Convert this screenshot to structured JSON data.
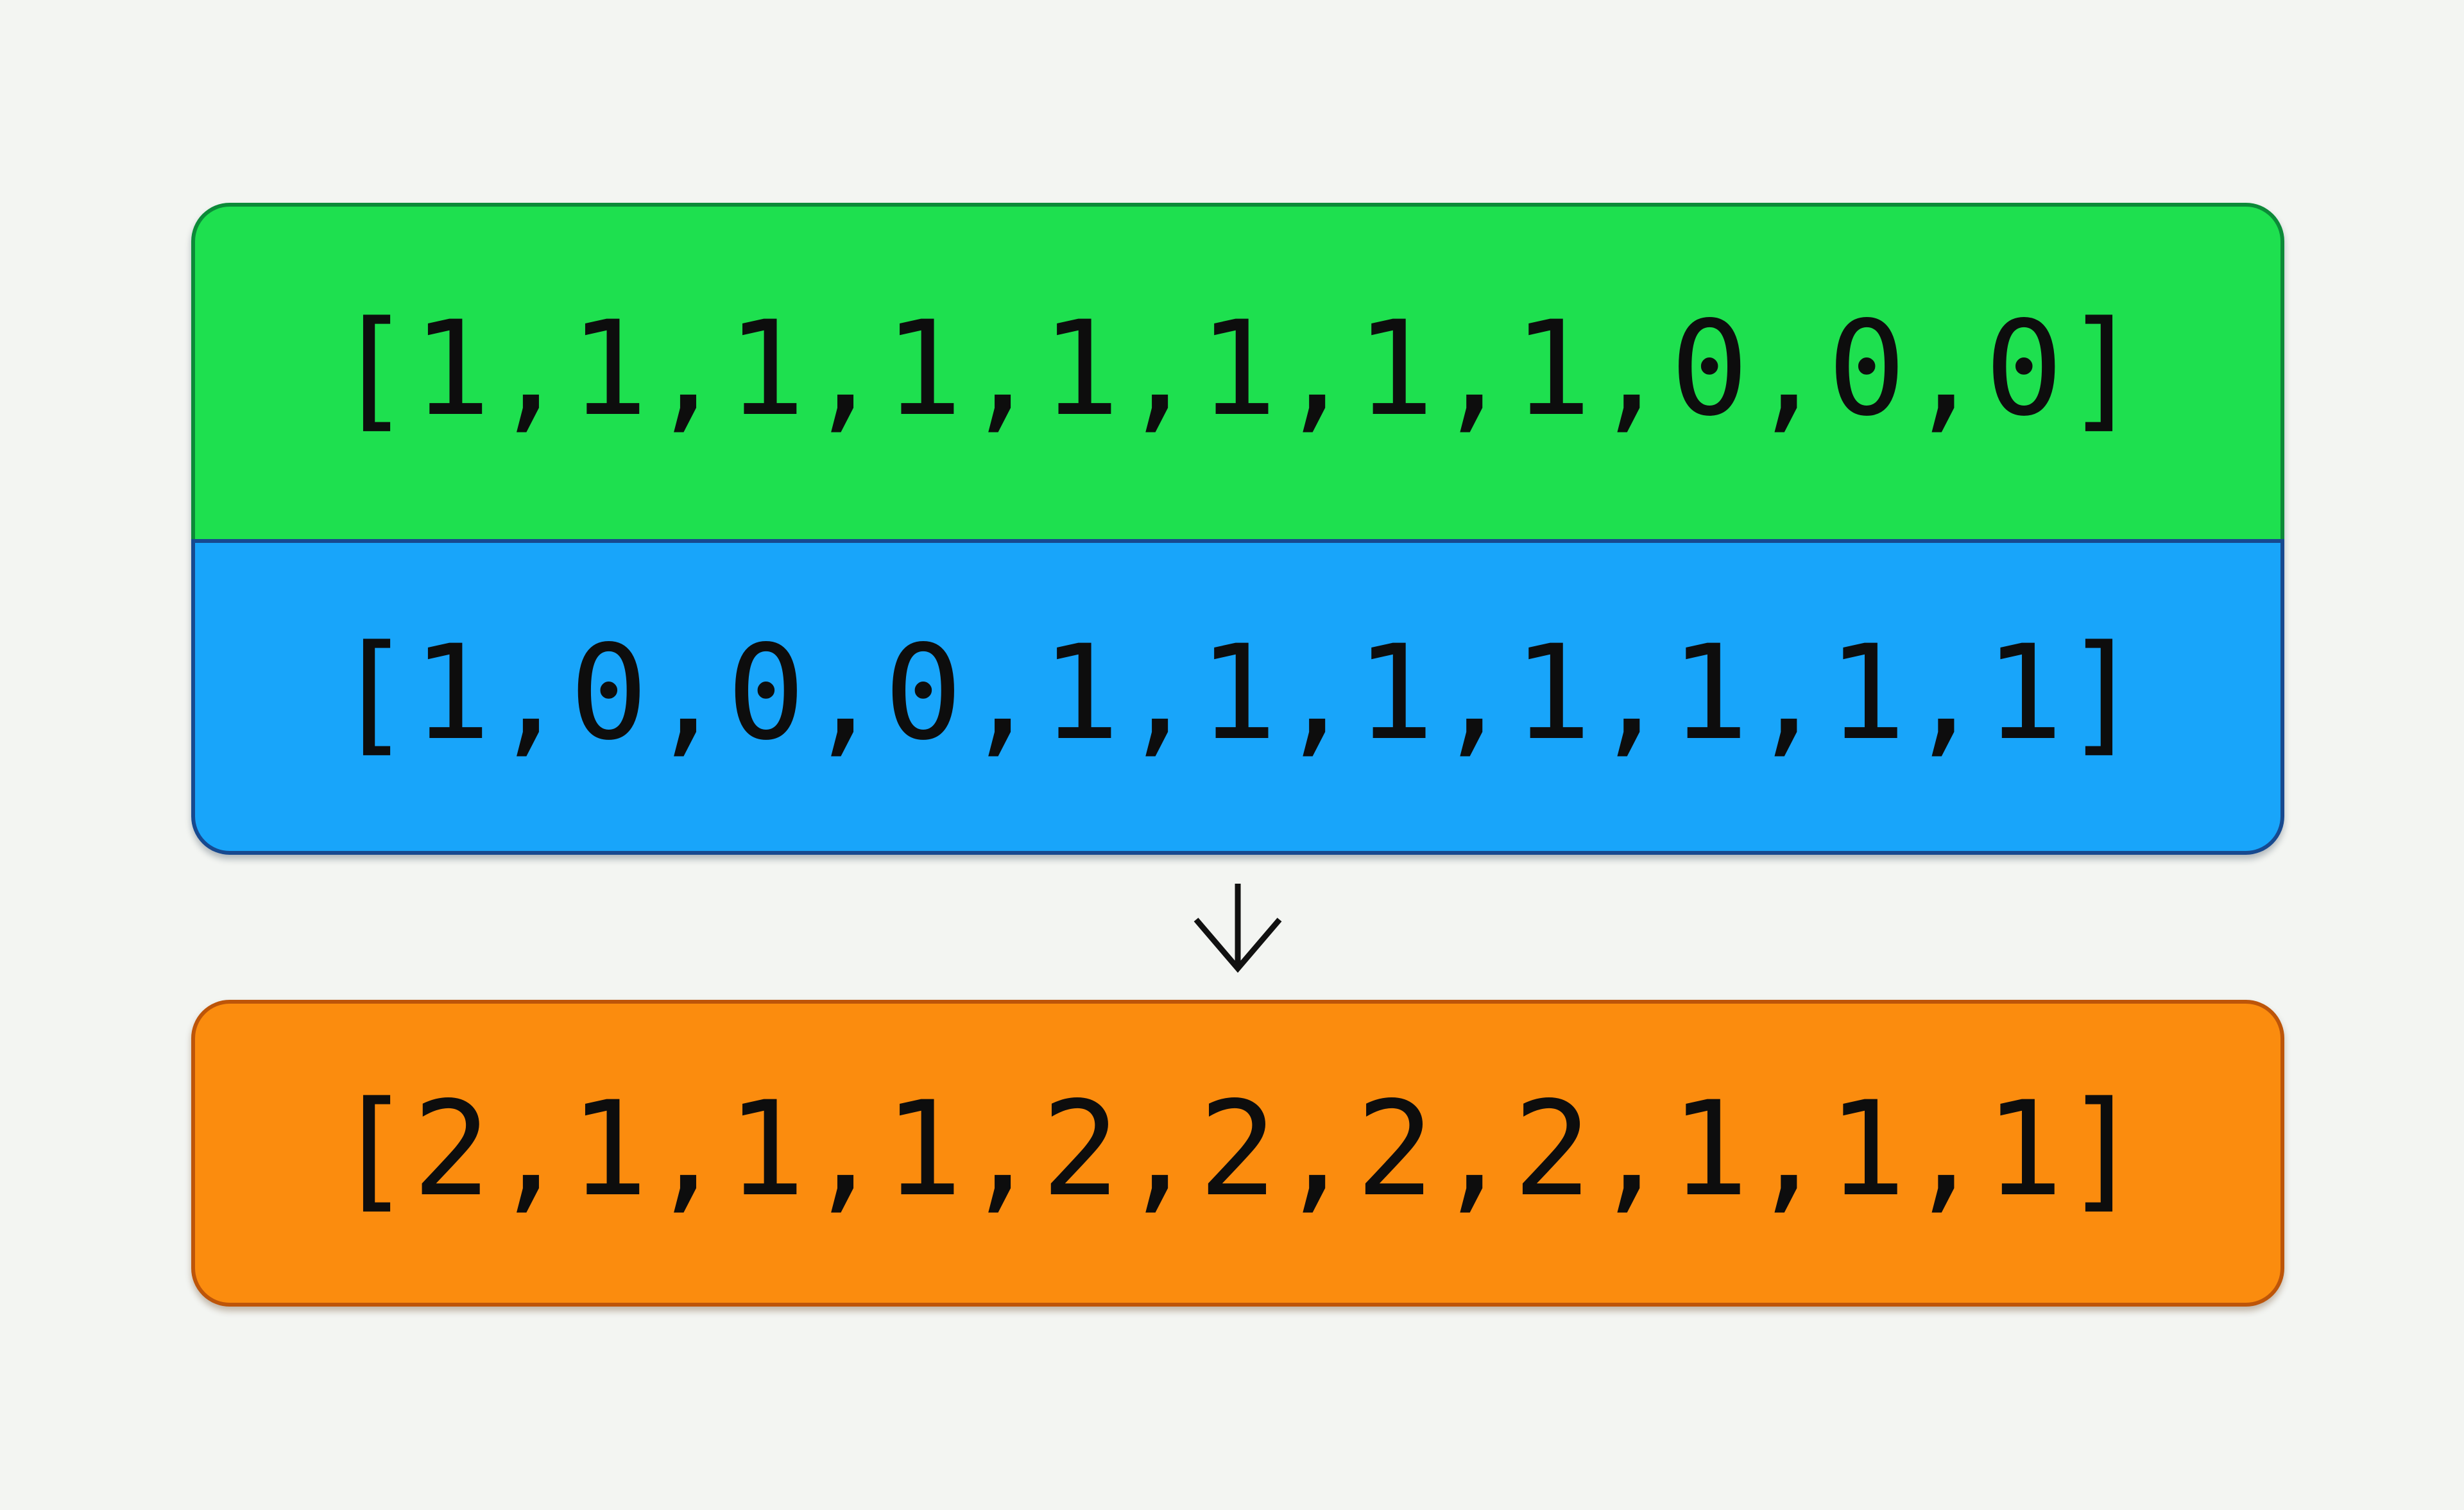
{
  "colors": {
    "background": "#f3f5f2",
    "array_a_fill": "#1ee04f",
    "array_a_border": "#0c8a38",
    "array_b_fill": "#18a5fa",
    "array_b_border": "#17498f",
    "result_fill": "#fb8c0e",
    "result_border": "#bd5509",
    "text": "#0d0d0d",
    "arrow": "#111111"
  },
  "diagram": {
    "input_arrays": {
      "array_a": {
        "label": "[1,1,1,1,1,1,1,1,0,0,0]",
        "values": [
          1,
          1,
          1,
          1,
          1,
          1,
          1,
          1,
          0,
          0,
          0
        ]
      },
      "array_b": {
        "label": "[1,0,0,0,1,1,1,1,1,1,1]",
        "values": [
          1,
          0,
          0,
          0,
          1,
          1,
          1,
          1,
          1,
          1,
          1
        ]
      }
    },
    "operator_icon": "down-arrow",
    "result_array": {
      "label": "[2,1,1,1,2,2,2,2,1,1,1]",
      "values": [
        2,
        1,
        1,
        1,
        2,
        2,
        2,
        2,
        1,
        1,
        1
      ]
    }
  }
}
